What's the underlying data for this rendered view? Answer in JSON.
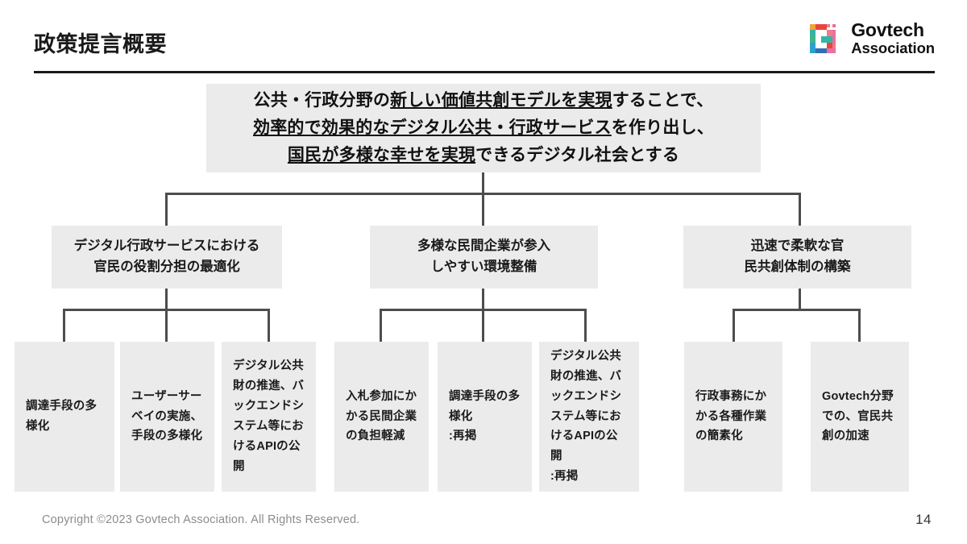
{
  "header": {
    "title": "政策提言概要",
    "logo": {
      "line1": "Govtech",
      "line2": "Association",
      "mark_colors": [
        "#e8453c",
        "#f0a23c",
        "#3fb58a",
        "#2e9fd4",
        "#2f6fb5",
        "#ec6fa0",
        "#f27a8a",
        "#37b3a3"
      ]
    }
  },
  "vision": {
    "lines": [
      {
        "plain_before": "公共・行政分野の",
        "underlined": "新しい価値共創モデルを実現",
        "plain_after": "することで、"
      },
      {
        "plain_before": "",
        "underlined": "効率的で効果的なデジタル公共・行政サービス",
        "plain_after": "を作り出し、"
      },
      {
        "plain_before": "",
        "underlined": "国民が多様な幸せを実現",
        "plain_after": "できるデジタル社会とする"
      }
    ]
  },
  "pillars": [
    {
      "id": "pillar-role-optimization",
      "lines": [
        "デジタル行政サービスにおける",
        "官民の役割分担の最適化"
      ],
      "children": [
        {
          "id": "leaf-procurement-diversification",
          "text": "調達手段の多様化"
        },
        {
          "id": "leaf-user-survey",
          "text": "ユーザーサーベイの実施、手段の多様化"
        },
        {
          "id": "leaf-public-goods-api",
          "text": "デジタル公共財の推進、バックエンドシステム等におけるAPIの公開"
        }
      ]
    },
    {
      "id": "pillar-private-entry",
      "lines": [
        "多様な民間企業が参入",
        "しやすい環境整備"
      ],
      "children": [
        {
          "id": "leaf-bidding-burden",
          "text": "入札参加にかかる民間企業の負担軽減"
        },
        {
          "id": "leaf-procurement-diversification-repost",
          "text": "調達手段の多様化\n:再掲"
        },
        {
          "id": "leaf-public-goods-api-repost",
          "text": "デジタル公共財の推進、バックエンドシステム等におけるAPIの公開\n:再掲"
        }
      ]
    },
    {
      "id": "pillar-cocreation-system",
      "lines": [
        "迅速で柔軟な官",
        "民共創体制の構築"
      ],
      "children": [
        {
          "id": "leaf-admin-simplification",
          "text": "行政事務にかかる各種作業の簡素化"
        },
        {
          "id": "leaf-govtech-cocreation",
          "text": "Govtech分野での、官民共創の加速"
        }
      ]
    }
  ],
  "footer": {
    "copyright": "Copyright ©2023 Govtech Association. All Rights Reserved.",
    "page_number": "14"
  },
  "theme": {
    "box_fill": "#ebebeb",
    "connector_color": "#4d4d4d",
    "text_color": "#1a1a1a",
    "footer_color": "#8c8c8c"
  }
}
